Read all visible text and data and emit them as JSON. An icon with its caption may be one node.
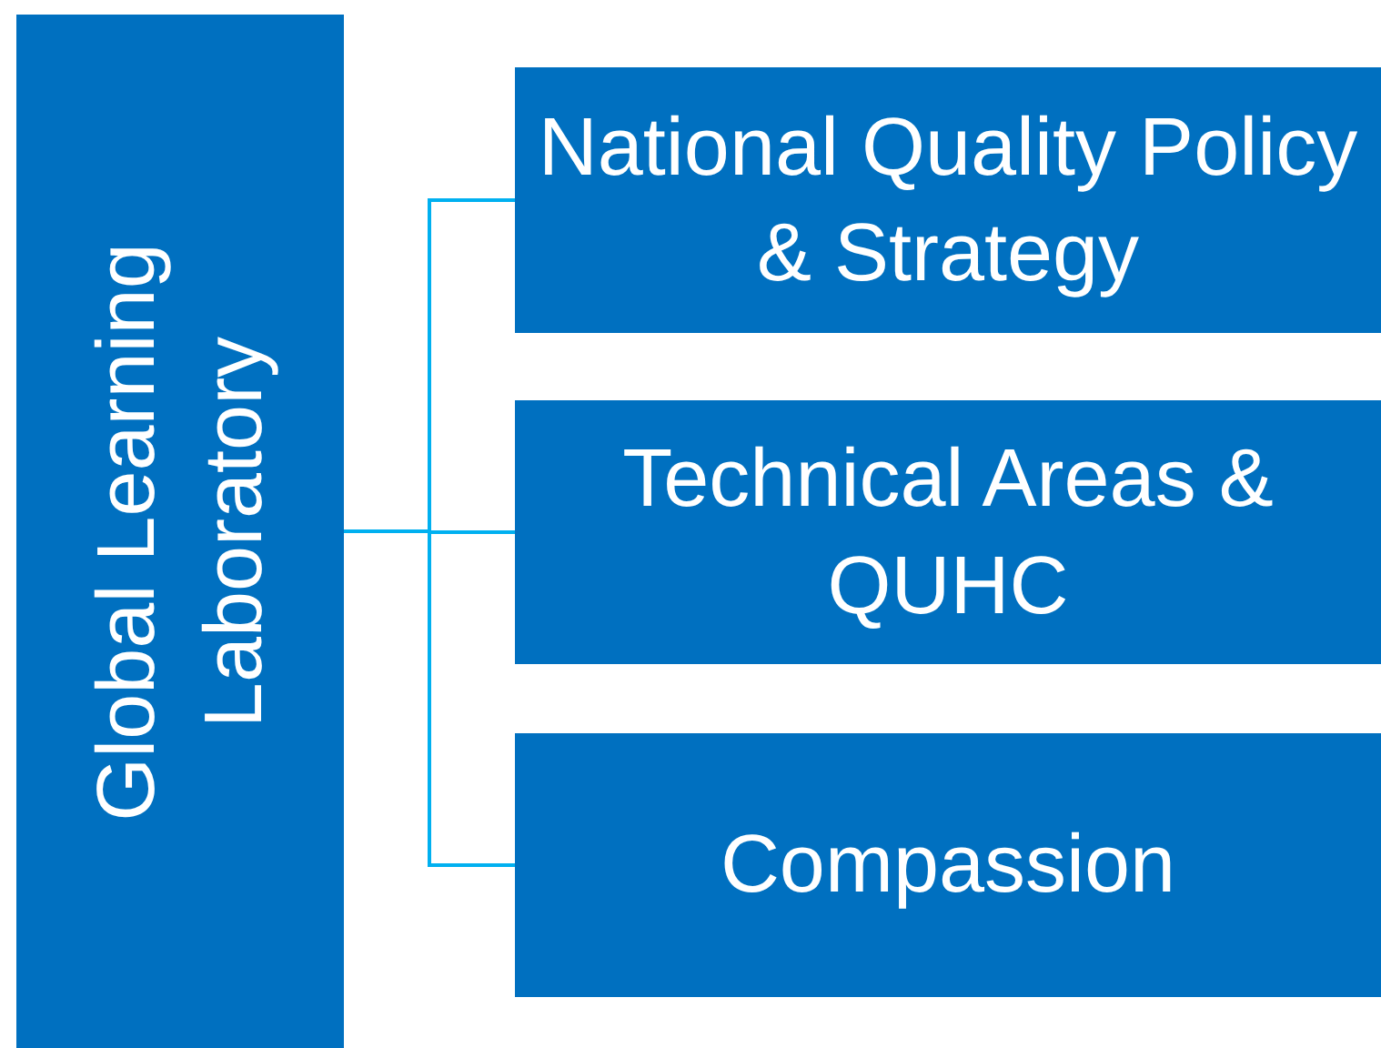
{
  "diagram": {
    "nodes": [
      {
        "text": [
          "Global Learning Laboratory"
        ]
      },
      {
        "text": [
          "National Quality Policy & Strategy"
        ]
      },
      {
        "text": [
          "Technical Areas & QUHC"
        ]
      },
      {
        "text": [
          "Compassion"
        ]
      }
    ],
    "edges": [
      {
        "from": 0,
        "to": 1,
        "arrow": "none"
      },
      {
        "from": 0,
        "to": 2,
        "arrow": "none"
      },
      {
        "from": 0,
        "to": 3,
        "arrow": "none"
      }
    ]
  }
}
